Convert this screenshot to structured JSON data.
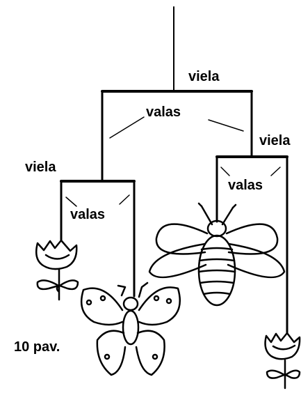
{
  "labels": {
    "rod": "viela",
    "thread": "valas"
  },
  "caption": "10 pav.",
  "colors": {
    "ink": "#000000",
    "background": "#ffffff"
  }
}
